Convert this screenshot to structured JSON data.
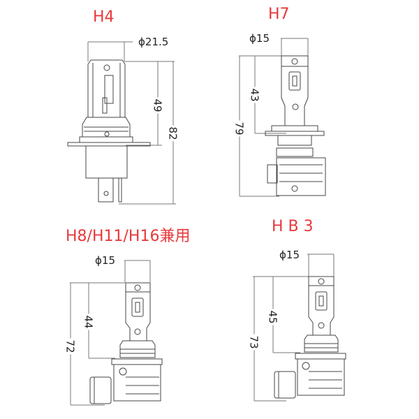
{
  "accent_color": "#e8393c",
  "bulbs": [
    {
      "id": "h4",
      "title": "H4",
      "diameter": "ϕ21.5",
      "height_led": "49",
      "height_total": "82"
    },
    {
      "id": "h7",
      "title": "H7",
      "diameter": "ϕ15",
      "height_led": "43",
      "height_total": "79"
    },
    {
      "id": "h8",
      "title": "H8/H11/H16兼用",
      "diameter": "ϕ15",
      "height_led": "44",
      "height_total": "72"
    },
    {
      "id": "hb3",
      "title": "H B 3",
      "diameter": "ϕ15",
      "height_led": "45",
      "height_total": "73"
    }
  ]
}
